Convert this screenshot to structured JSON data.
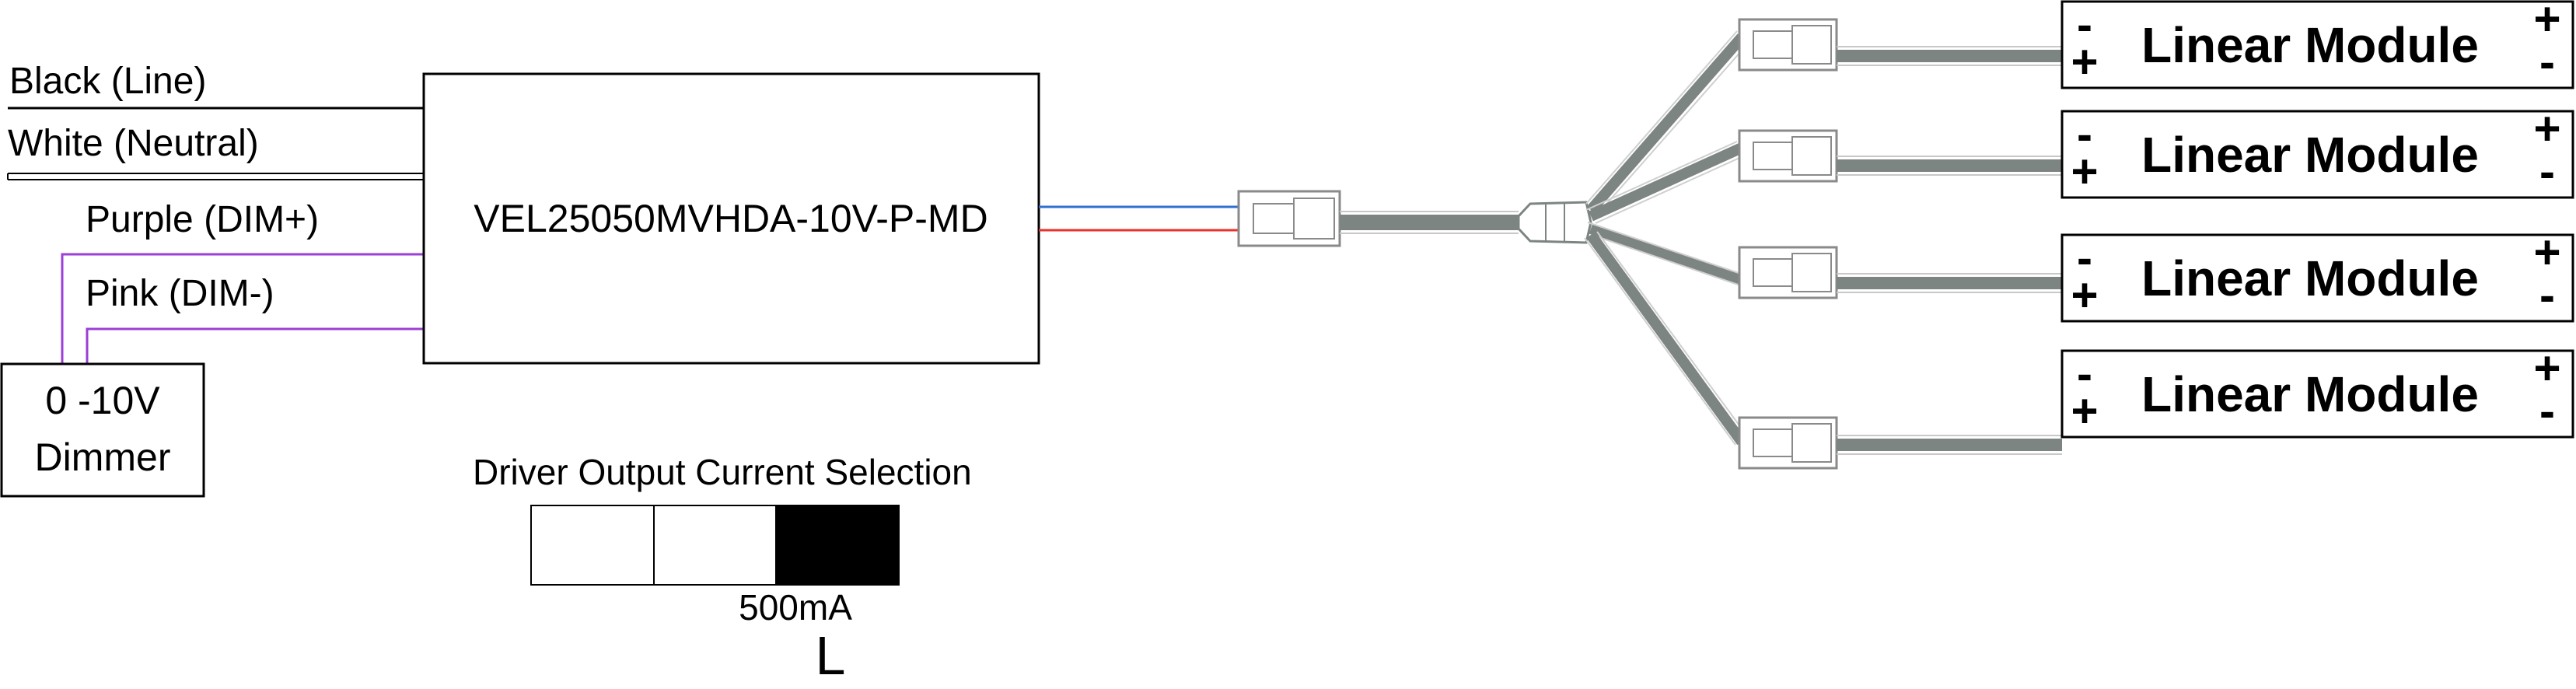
{
  "wires": {
    "black": "Black (Line)",
    "white": "White (Neutral)",
    "purple": "Purple (DIM+)",
    "pink": "Pink (DIM-)"
  },
  "driver": {
    "model": "VEL25050MVHDA-10V-P-MD"
  },
  "dimmer": {
    "line1": "0 -10V",
    "line2": "Dimmer"
  },
  "modules": [
    {
      "label": "Linear Module",
      "left_top": "-",
      "left_bottom": "+",
      "right_top": "+",
      "right_bottom": "-"
    },
    {
      "label": "Linear Module",
      "left_top": "-",
      "left_bottom": "+",
      "right_top": "+",
      "right_bottom": "-"
    },
    {
      "label": "Linear Module",
      "left_top": "-",
      "left_bottom": "+",
      "right_top": "+",
      "right_bottom": "-"
    },
    {
      "label": "Linear Module",
      "left_top": "-",
      "left_bottom": "+",
      "right_top": "+",
      "right_bottom": "-"
    }
  ],
  "current_selection": {
    "title": "Driver Output Current Selection",
    "value": "500mA",
    "letter": "L"
  },
  "colors": {
    "dim_wire": "#9b3fd6",
    "output_positive": "#e8322a",
    "output_negative": "#2f6fd0",
    "cable": "#7d8582",
    "selected_switch": "#000000"
  }
}
